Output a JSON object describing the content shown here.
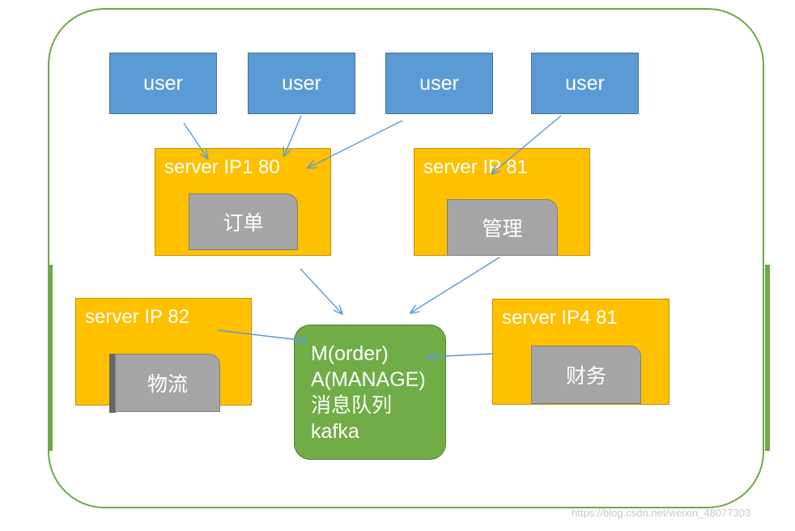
{
  "users": [
    {
      "label": "user"
    },
    {
      "label": "user"
    },
    {
      "label": "user"
    },
    {
      "label": "user"
    }
  ],
  "servers": {
    "s1": {
      "label": "server IP1 80",
      "module": "订单"
    },
    "s2": {
      "label": "server IP 81",
      "module": "管理"
    },
    "s3": {
      "label": "server IP 82",
      "module": "物流"
    },
    "s4": {
      "label": "server IP4 81",
      "module": "财务"
    }
  },
  "message_queue": {
    "lines": [
      "M(order)",
      "A(MANAGE)",
      "消息队列",
      "kafka"
    ]
  },
  "colors": {
    "user_fill": "#5b9bd5",
    "server_fill": "#ffc000",
    "module_fill": "#a5a5a5",
    "queue_fill": "#70ad47",
    "frame_stroke": "#6fa84a",
    "arrow": "#5b9bd5"
  },
  "watermark": "https://blog.csdn.net/weixin_48077303"
}
